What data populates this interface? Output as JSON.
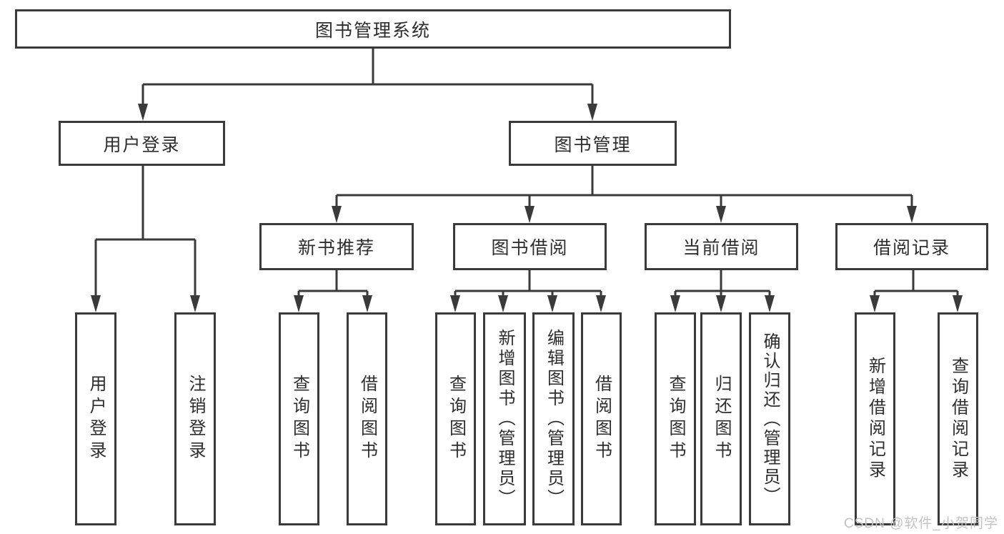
{
  "diagram": {
    "root": {
      "label": "图书管理系统"
    },
    "branches": [
      {
        "label": "用户登录",
        "children": [
          {
            "label": "用户登录"
          },
          {
            "label": "注销登录"
          }
        ]
      },
      {
        "label": "图书管理",
        "children": [
          {
            "label": "新书推荐",
            "children": [
              {
                "label": "查询图书"
              },
              {
                "label": "借阅图书"
              }
            ]
          },
          {
            "label": "图书借阅",
            "children": [
              {
                "label": "查询图书"
              },
              {
                "label": "新增图书（管理员）"
              },
              {
                "label": "编辑图书（管理员）"
              },
              {
                "label": "借阅图书"
              }
            ]
          },
          {
            "label": "当前借阅",
            "children": [
              {
                "label": "查询图书"
              },
              {
                "label": "归还图书"
              },
              {
                "label": "确认归还（管理员）"
              }
            ]
          },
          {
            "label": "借阅记录",
            "children": [
              {
                "label": "新增借阅记录"
              },
              {
                "label": "查询借阅记录"
              }
            ]
          }
        ]
      }
    ]
  },
  "watermark": {
    "text": "CSDN @软件_小贺同学",
    "color": "#c3c3c3"
  },
  "colors": {
    "line": "#3a3a3a",
    "text": "#2e2e2e",
    "background": "#ffffff"
  }
}
